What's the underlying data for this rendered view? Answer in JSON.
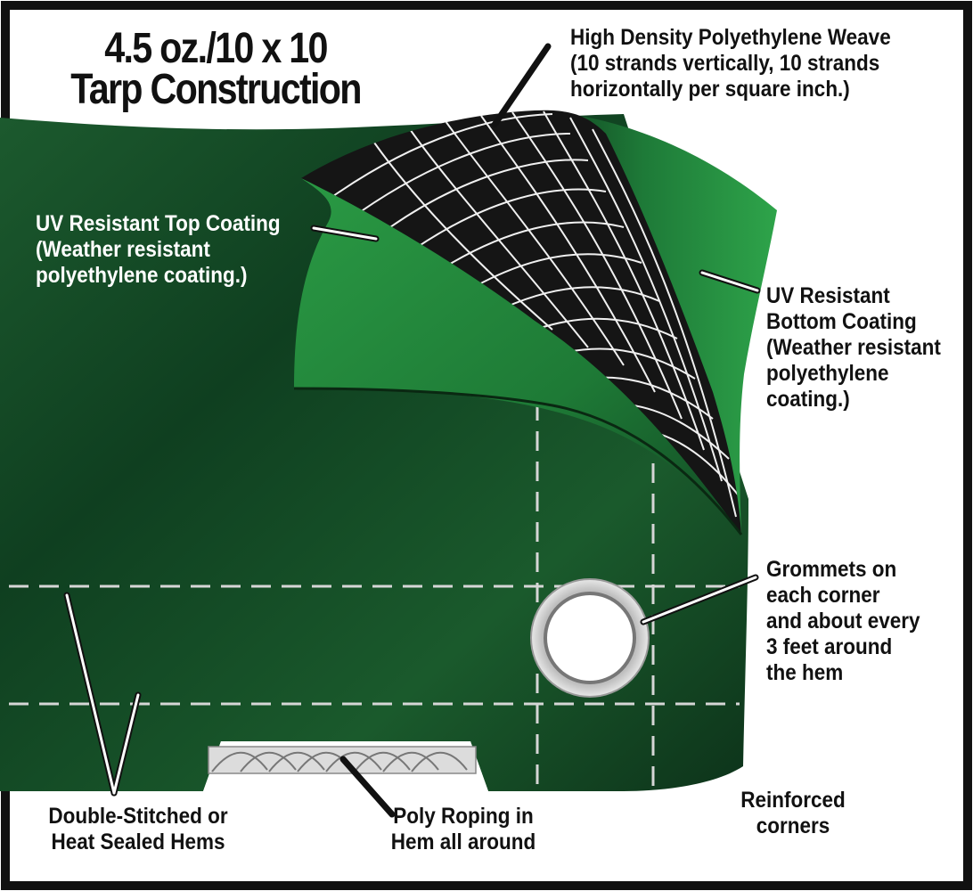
{
  "title": {
    "line1": "4.5 oz./10 x 10",
    "line2": "Tarp Construction"
  },
  "labels": {
    "weave": {
      "line1": "High Density Polyethylene Weave",
      "line2": "(10  strands vertically, 10 strands",
      "line3": "horizontally per square inch.)"
    },
    "top_coating": {
      "line1": "UV Resistant Top Coating",
      "line2": "(Weather resistant",
      "line3": "polyethylene coating.)"
    },
    "bottom_coating": {
      "line1": "UV Resistant",
      "line2": "Bottom Coating",
      "line3": "(Weather resistant",
      "line4": "polyethylene",
      "line5": "coating.)"
    },
    "grommets": {
      "line1": "Grommets on",
      "line2": "each corner",
      "line3": "and about every",
      "line4": "3 feet around",
      "line5": "the hem"
    },
    "reinforced": {
      "line1": "Reinforced",
      "line2": "corners"
    },
    "hems": {
      "line1": "Double-Stitched or",
      "line2": "Heat Sealed Hems"
    },
    "roping": {
      "line1": "Poly Roping in",
      "line2": "Hem all around"
    }
  },
  "colors": {
    "tarp_dark": "#0f3d1f",
    "tarp_mid": "#1f6b35",
    "tarp_bright": "#2a9a45",
    "weave_bg": "#151515",
    "frame": "#111111"
  }
}
